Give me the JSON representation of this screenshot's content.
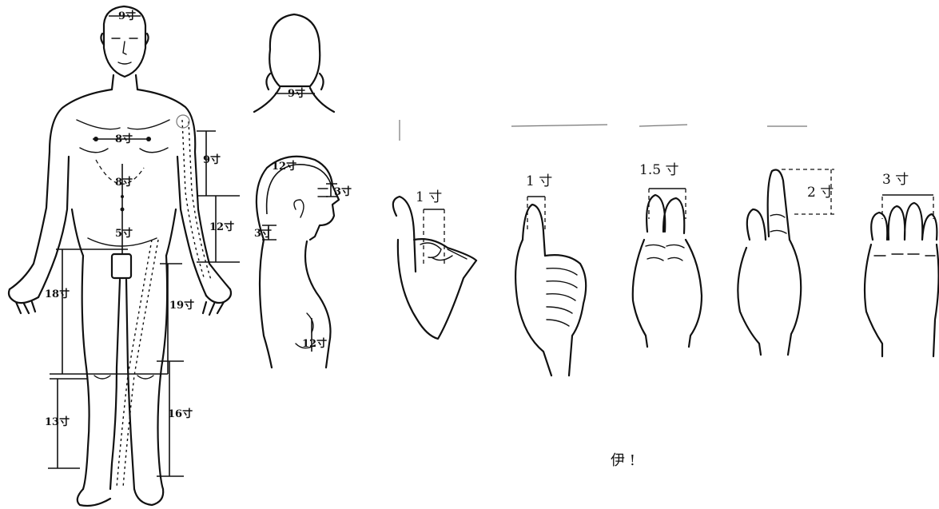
{
  "figure": {
    "body_labels": {
      "head_width": "9寸",
      "nipples": "8寸",
      "upper_abdomen": "8寸",
      "lower_abdomen": "5寸",
      "upper_arm": "9寸",
      "forearm": "12寸",
      "thigh_inner": "18寸",
      "thigh_outer": "19寸",
      "lower_leg_inner": "13寸",
      "lower_leg_outer": "16寸"
    },
    "back_head_label": "9寸",
    "side_head_labels": {
      "hairline_arc": "12寸",
      "forehead": "3寸",
      "nape": "3寸",
      "chest": "12寸"
    },
    "hand_labels": {
      "middle_finger": "1 寸",
      "thumb": "1 寸",
      "two_fingers": "1.5 寸",
      "finger_joint": "2 寸",
      "four_fingers": "3 寸"
    },
    "stray_mark": "伊 !"
  }
}
